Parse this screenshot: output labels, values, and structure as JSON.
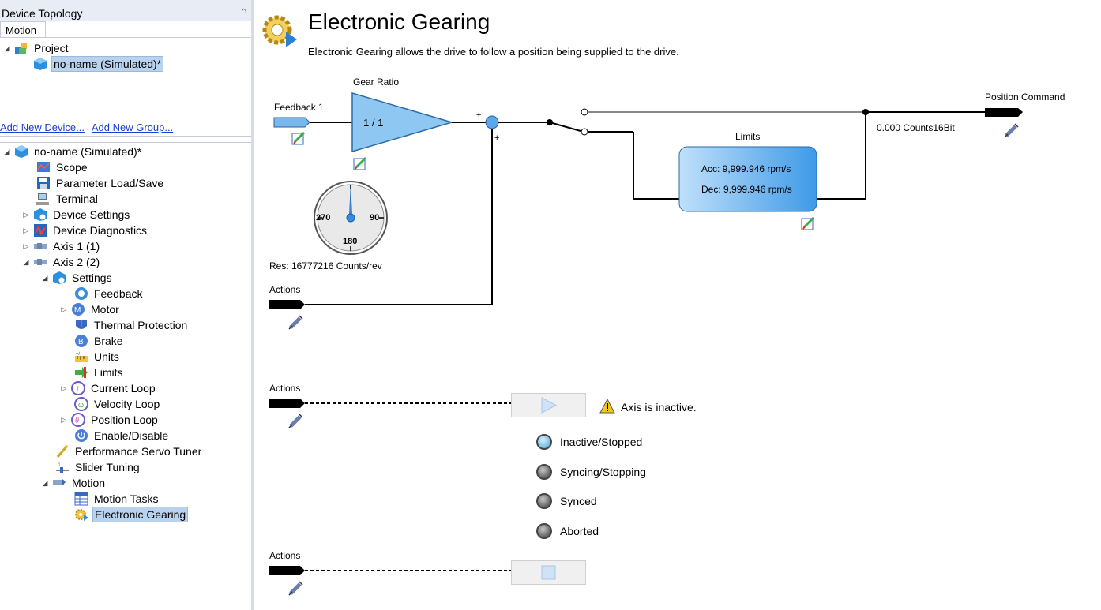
{
  "topology": {
    "title": "Device Topology",
    "pin_glyph": "⌂",
    "tab": "Motion",
    "project_label": "Project",
    "device_label": "no-name (Simulated)*",
    "add_device": "Add New Device...",
    "add_group": "Add New Group..."
  },
  "tree": {
    "root": "no-name (Simulated)*",
    "scope": "Scope",
    "param": "Parameter Load/Save",
    "terminal": "Terminal",
    "device_settings": "Device Settings",
    "device_diag": "Device Diagnostics",
    "axis1": "Axis 1 (1)",
    "axis2": "Axis 2 (2)",
    "settings": "Settings",
    "feedback": "Feedback",
    "motor": "Motor",
    "thermal": "Thermal Protection",
    "brake": "Brake",
    "units": "Units",
    "limits": "Limits",
    "current_loop": "Current Loop",
    "velocity_loop": "Velocity Loop",
    "position_loop": "Position Loop",
    "enable": "Enable/Disable",
    "pst": "Performance Servo Tuner",
    "slider": "Slider Tuning",
    "motion": "Motion",
    "motion_tasks": "Motion Tasks",
    "egear": "Electronic Gearing"
  },
  "page": {
    "title": "Electronic Gearing",
    "description": "Electronic Gearing allows the drive to follow a position being supplied to the drive."
  },
  "diagram": {
    "feedback_label": "Feedback 1",
    "gear_ratio_label": "Gear Ratio",
    "gear_ratio_value": "1 / 1",
    "plus1": "+",
    "plus2": "+",
    "dial_270": "270",
    "dial_90": "90",
    "dial_180": "180",
    "resolution": "Res: 16777216 Counts/rev",
    "limits_title": "Limits",
    "acc": "Acc: 9,999.946 rpm/s",
    "dec": "Dec: 9,999.946 rpm/s",
    "position_command_label": "Position Command",
    "position_value": "0.000 Counts16Bit",
    "actions1": "Actions",
    "actions2": "Actions",
    "actions3": "Actions"
  },
  "status": {
    "warning": "Axis is inactive.",
    "states": [
      "Inactive/Stopped",
      "Syncing/Stopping",
      "Synced",
      "Aborted"
    ],
    "active_color": "#7ec3e6",
    "inactive_color": "#707070"
  }
}
